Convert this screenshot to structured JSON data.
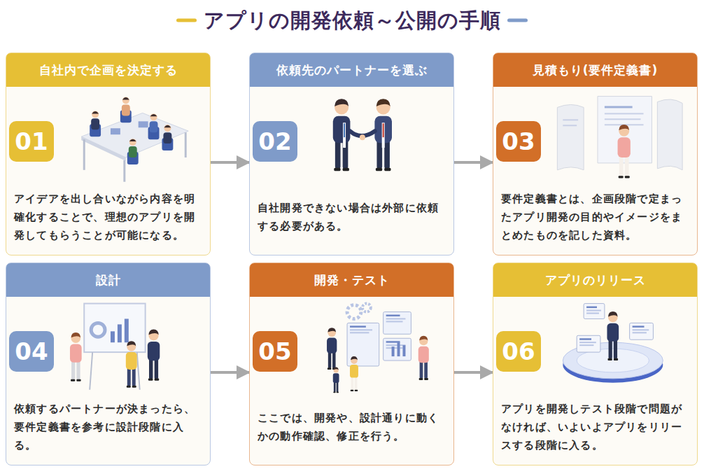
{
  "diagram": {
    "title": "アプリの開発依頼～公開の手順",
    "nodes": [
      {
        "text": [
          "自社内で企画を決定する",
          "アイデアを出し合いながら内容を明確化することで、理想のアプリを開発してもらうことが可能になる。"
        ]
      },
      {
        "text": [
          "01"
        ],
        "in": 0
      },
      {
        "text": [
          "依頼先のパートナーを選ぶ",
          "自社開発できない場合は外部に依頼する必要がある。"
        ]
      },
      {
        "text": [
          "02"
        ],
        "in": 2
      },
      {
        "text": [
          "見積もり(要件定義書)",
          "要件定義書とは、企画段階で定まったアプリ開発の目的やイメージをまとめたものを記した資料。"
        ]
      },
      {
        "text": [
          "03"
        ],
        "in": 4
      },
      {
        "text": [
          "設計",
          "依頼するパートナーが決まったら、要件定義書を参考に設計段階に入る。"
        ]
      },
      {
        "text": [
          "04"
        ],
        "in": 6
      },
      {
        "text": [
          "開発・テスト",
          "ここでは、開発や、設計通りに動くかの動作確認、修正を行う。"
        ]
      },
      {
        "text": [
          "05"
        ],
        "in": 8
      },
      {
        "text": [
          "アプリのリリース",
          "アプリを開発しテスト段階で問題がなければ、いよいよアプリをリリースする段階に入る。"
        ]
      },
      {
        "text": [
          "06"
        ],
        "in": 10
      }
    ],
    "edges": [
      {
        "from": 0,
        "to": 2,
        "arrow": "to"
      },
      {
        "from": 2,
        "to": 4,
        "arrow": "to"
      },
      {
        "from": 6,
        "to": 8,
        "arrow": "to"
      },
      {
        "from": 8,
        "to": 10,
        "arrow": "to"
      }
    ]
  }
}
